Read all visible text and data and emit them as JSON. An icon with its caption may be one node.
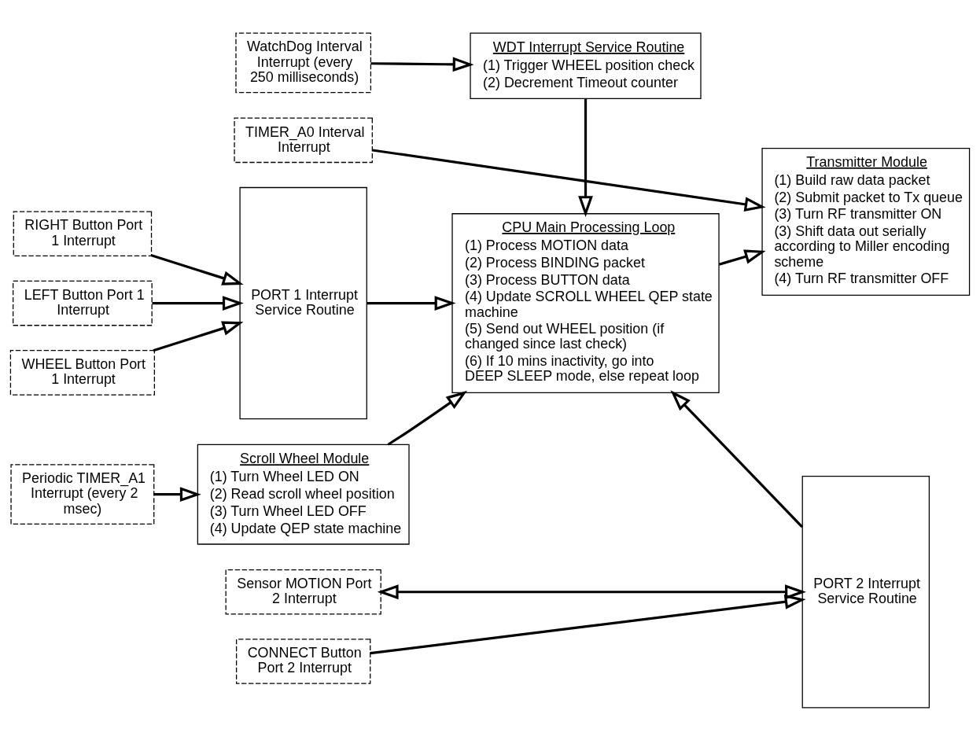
{
  "diagram": {
    "nodes": [
      {
        "text": [
          "WDT Interrupt Service Routine",
          "(1) Trigger WHEEL position check",
          "(2) Decrement Timeout counter"
        ]
      },
      {
        "text": [
          "WatchDog Interval Interrupt (every 250 milliseconds)"
        ]
      },
      {
        "text": [
          "LEFT Button Port 1 Interrupt"
        ]
      },
      {
        "text": [
          "WHEEL Button Port 1 Interrupt"
        ]
      },
      {
        "text": [
          "RIGHT Button Port 1 Interrupt"
        ]
      },
      {
        "text": [
          "PORT 1 Interrupt Service Routine"
        ]
      },
      {
        "text": [
          "CPU Main Processing Loop",
          "(1) Process MOTION data",
          "(2) Process BINDING packet",
          "(3) Process BUTTON data",
          "(4) Update SCROLL WHEEL QEP state machine",
          "(5) Send out WHEEL position (if changed since last check)",
          "(6) If 10 mins inactivity, go into DEEP SLEEP mode, else repeat loop"
        ]
      },
      {
        "text": [
          "PORT 2 Interrupt Service Routine"
        ]
      },
      {
        "text": [
          "Sensor MOTION Port 2 Interrupt"
        ]
      },
      {
        "text": [
          "CONNECT Button Port 2 Interrupt"
        ]
      },
      {
        "text": [
          "TIMER_A0 Interval Interrupt"
        ]
      },
      {
        "text": [
          "Periodic TIMER_A1 Interrupt (every 2 msec)"
        ]
      },
      {
        "text": [
          "Scroll Wheel Module",
          "(1) Turn Wheel LED ON",
          "(2) Read scroll wheel position",
          "(3) Turn Wheel LED OFF",
          "(4) Update QEP state machine"
        ]
      },
      {
        "text": [
          "Transmitter Module",
          "(1) Build raw data packet",
          "(2) Submit packet to Tx queue",
          "(3) Turn RF transmitter ON",
          "(3) Shift data out serially according to Miller encoding scheme",
          "(4) Turn RF transmitter OFF"
        ]
      }
    ],
    "edges": [
      {
        "from": 1,
        "to": 0,
        "arrow": "to"
      },
      {
        "from": 0,
        "to": 6,
        "arrow": "to"
      },
      {
        "from": 2,
        "to": 5,
        "arrow": "to"
      },
      {
        "from": 3,
        "to": 5,
        "arrow": "to"
      },
      {
        "from": 4,
        "to": 5,
        "arrow": "to"
      },
      {
        "from": 5,
        "to": 6,
        "arrow": "to"
      },
      {
        "from": 7,
        "to": 6,
        "arrow": "to"
      },
      {
        "from": 8,
        "to": 7,
        "arrow": "both"
      },
      {
        "from": 9,
        "to": 7,
        "arrow": "to"
      },
      {
        "from": 10,
        "to": 13,
        "arrow": "to"
      },
      {
        "from": 11,
        "to": 12,
        "arrow": "to"
      },
      {
        "from": 12,
        "to": 6,
        "arrow": "to"
      },
      {
        "from": 6,
        "to": 13,
        "arrow": "to"
      }
    ]
  }
}
